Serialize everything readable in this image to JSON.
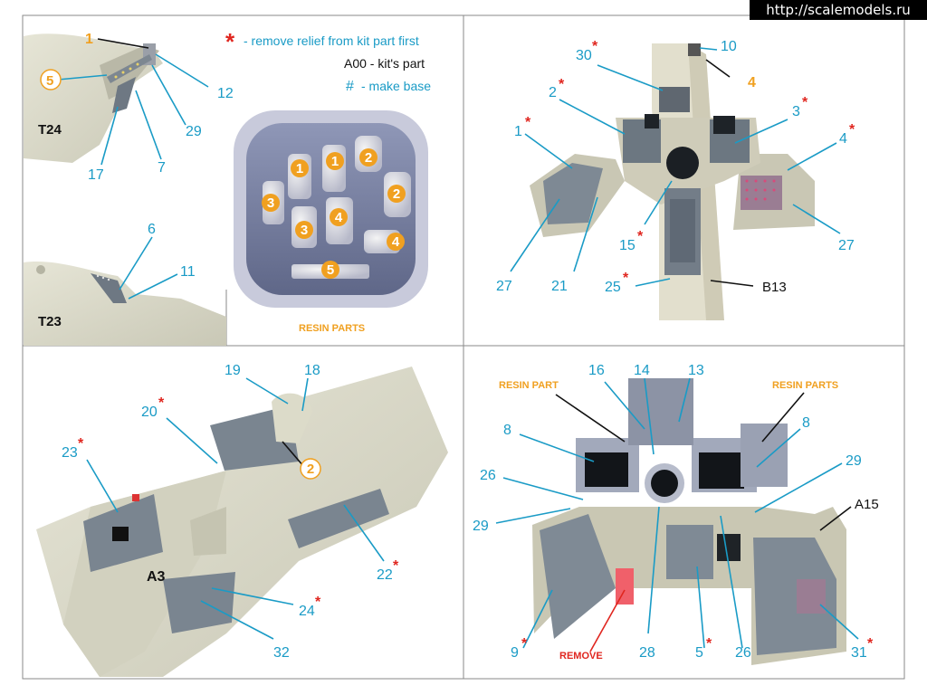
{
  "watermark": "http://scalemodels.ru",
  "legend": {
    "red_symbol": "*",
    "red_text": "- remove relief from kit part first",
    "kit_text": "A00 - kit's part",
    "base_symbol": "#",
    "base_text": "- make base"
  },
  "resin": {
    "caption": "RESIN PARTS",
    "part_numbers": [
      "1",
      "1",
      "2",
      "3",
      "2",
      "3",
      "4",
      "4",
      "5"
    ]
  },
  "panel_tl": {
    "part_label_1": "T24",
    "part_label_2": "T23",
    "callouts": [
      {
        "id": "1",
        "type": "orange"
      },
      {
        "id": "5",
        "type": "orange-circle"
      },
      {
        "id": "12",
        "type": "blue"
      },
      {
        "id": "29",
        "type": "blue"
      },
      {
        "id": "17",
        "type": "blue"
      },
      {
        "id": "7",
        "type": "blue"
      },
      {
        "id": "6",
        "type": "blue"
      },
      {
        "id": "11",
        "type": "blue"
      }
    ]
  },
  "panel_tr": {
    "part_label": "B13",
    "callouts": [
      "10",
      "30",
      "4",
      "2",
      "3",
      "1",
      "4",
      "27",
      "21",
      "15",
      "25",
      "27"
    ]
  },
  "panel_bl": {
    "part_label": "A3",
    "callouts": [
      "19",
      "18",
      "20",
      "23",
      "2",
      "22",
      "24",
      "32"
    ]
  },
  "panel_br": {
    "labels": {
      "resin_part": "RESIN PART",
      "resin_parts": "RESIN PARTS",
      "remove": "REMOVE",
      "part": "A15"
    },
    "callouts": [
      "16",
      "14",
      "13",
      "8",
      "8",
      "26",
      "29",
      "29",
      "9",
      "28",
      "5",
      "26",
      "31"
    ]
  },
  "colors": {
    "callout_blue": "#1a9bc6",
    "orange": "#f0a020",
    "red_star": "#e0261f",
    "model_grey": "#d7d6c5",
    "panel_grey": "#7f8c96"
  }
}
